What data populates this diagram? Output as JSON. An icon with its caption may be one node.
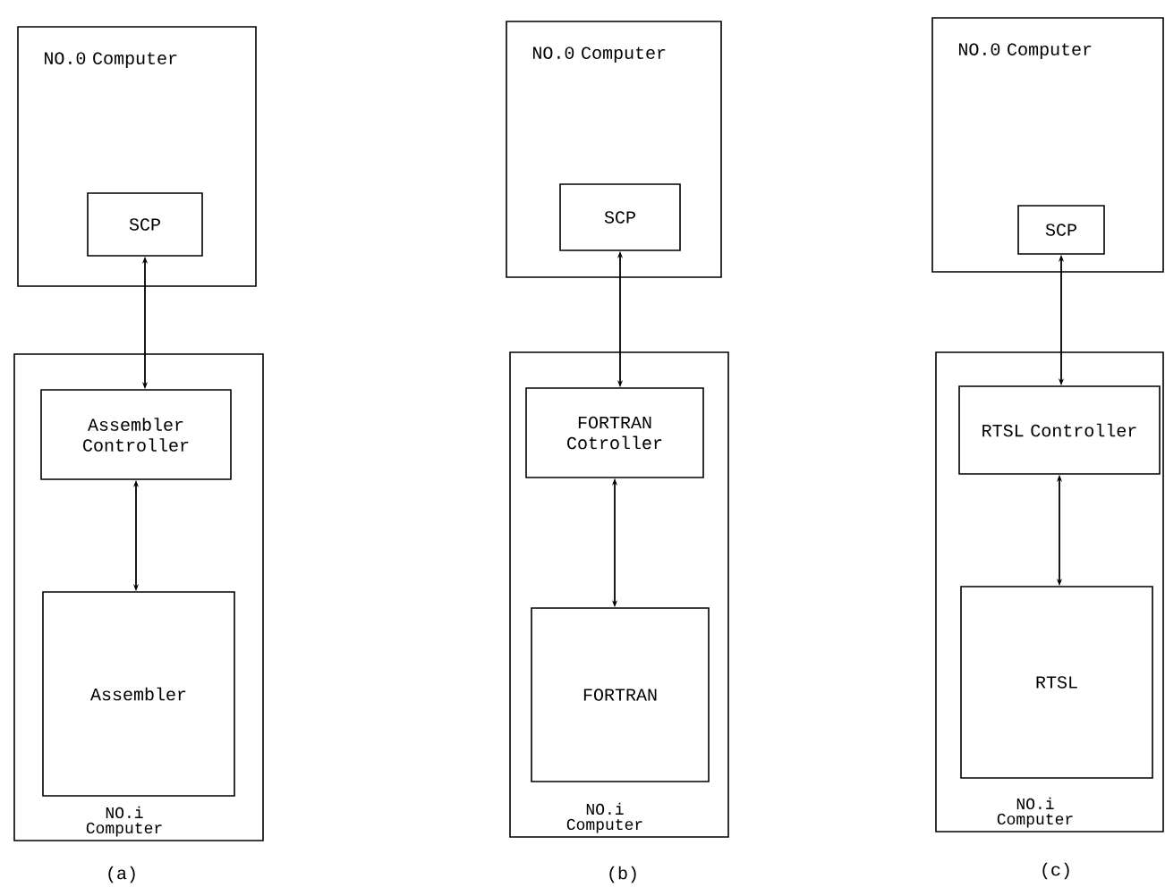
{
  "diagram": {
    "nodes": [
      {
        "text": [
          "NO.0 Computer"
        ]
      },
      {
        "text": [
          "SCP"
        ],
        "in": 0
      },
      {
        "text": [
          "NO.i Computer"
        ]
      },
      {
        "text": [
          "Assembler Controller"
        ],
        "in": 2
      },
      {
        "text": [
          "Assembler"
        ],
        "in": 2
      },
      {
        "text": [
          "NO.0 Computer"
        ]
      },
      {
        "text": [
          "SCP"
        ],
        "in": 5
      },
      {
        "text": [
          "NO.i Computer"
        ]
      },
      {
        "text": [
          "FORTRAN Cotroller"
        ],
        "in": 7
      },
      {
        "text": [
          "FORTRAN"
        ],
        "in": 7
      },
      {
        "text": [
          "NO.0 Computer"
        ]
      },
      {
        "text": [
          "SCP"
        ],
        "in": 10
      },
      {
        "text": [
          "NO.i Computer"
        ]
      },
      {
        "text": [
          "RTSL Controller"
        ],
        "in": 12
      },
      {
        "text": [
          "RTSL"
        ],
        "in": 12
      }
    ],
    "edges": [
      {
        "from": 1,
        "to": 3,
        "arrow": "both"
      },
      {
        "from": 3,
        "to": 4,
        "arrow": "both"
      },
      {
        "from": 6,
        "to": 8,
        "arrow": "both"
      },
      {
        "from": 8,
        "to": 9,
        "arrow": "both"
      },
      {
        "from": 11,
        "to": 13,
        "arrow": "both"
      },
      {
        "from": 13,
        "to": 14,
        "arrow": "both"
      }
    ],
    "labels": [
      "(a)",
      "(b)",
      "(c)"
    ]
  }
}
